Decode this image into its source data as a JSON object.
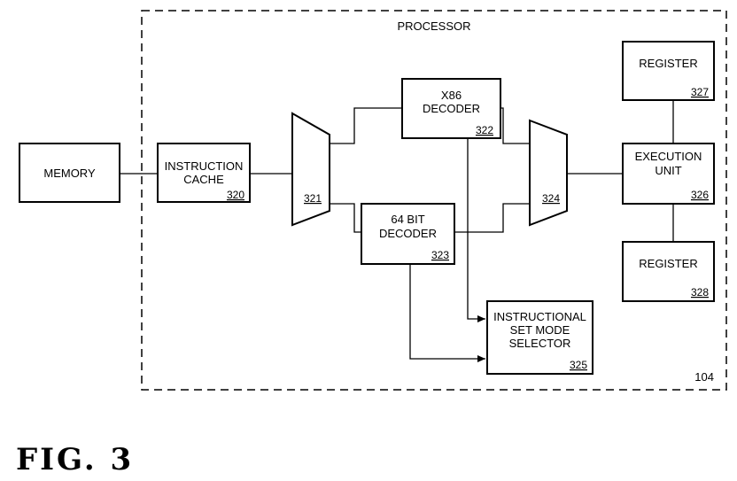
{
  "processor": {
    "label": "PROCESSOR",
    "ref": "104"
  },
  "memory": {
    "label": "MEMORY"
  },
  "instruction_cache": {
    "line1": "INSTRUCTION",
    "line2": "CACHE",
    "ref": "320"
  },
  "mux_321": {
    "ref": "321"
  },
  "x86_decoder": {
    "line1": "X86",
    "line2": "DECODER",
    "ref": "322"
  },
  "bit64_decoder": {
    "line1": "64 BIT",
    "line2": "DECODER",
    "ref": "323"
  },
  "mux_324": {
    "ref": "324"
  },
  "execution_unit": {
    "line1": "EXECUTION",
    "line2": "UNIT",
    "ref": "326"
  },
  "register_top": {
    "label": "REGISTER",
    "ref": "327"
  },
  "register_bottom": {
    "label": "REGISTER",
    "ref": "328"
  },
  "mode_selector": {
    "line1": "INSTRUCTIONAL",
    "line2": "SET MODE",
    "line3": "SELECTOR",
    "ref": "325"
  },
  "figure": {
    "label": "FIG. 3"
  }
}
